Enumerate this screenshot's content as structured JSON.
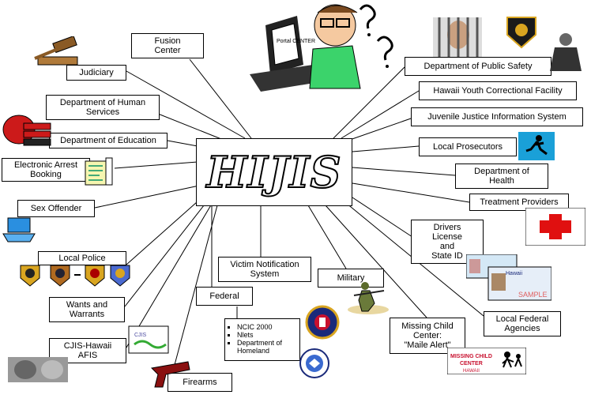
{
  "hub": {
    "title": "HIJIS"
  },
  "nodes": {
    "fusion_center": "Fusion\nCenter",
    "judiciary": "Judiciary",
    "dhs": "Department of Human\nServices",
    "doe": "Department of Education",
    "eab": "Electronic Arrest\nBooking",
    "sex_offender": "Sex Offender",
    "local_police": "Local Police",
    "wants": "Wants and\nWarrants",
    "cjis": "CJIS-Hawaii\nAFIS",
    "firearms": "Firearms",
    "federal": "Federal",
    "victim": "Victim Notification\nSystem",
    "military": "Military",
    "missing": "Missing Child\nCenter:\n\"Maile Alert\"",
    "local_federal": "Local Federal\nAgencies",
    "drivers": "Drivers\nLicense\nand\nState ID",
    "treatment": "Treatment Providers",
    "health": "Department of\nHealth",
    "prosecutors": "Local Prosecutors",
    "jjis": "Juvenile Justice Information System",
    "hycf": "Hawaii Youth Correctional Facility",
    "dps": "Department of Public Safety"
  },
  "federal_list": [
    "NCIC 2000",
    "Nlets",
    "Department of\nHomeland"
  ],
  "icon_labels": {
    "portal_screen": "Portal\nCENTER",
    "missing_logo_line1": "MISSING CHILD",
    "missing_logo_line2": "CENTER",
    "missing_logo_line3": "HAWAII",
    "sample": "SAMPLE",
    "hawaii": "Hawaii",
    "cjis_small": "CJIS"
  },
  "colors": {
    "line": "#000000",
    "red_cross": "#e01010",
    "missing_red": "#c8102e",
    "laptop_blue": "#2a8fe0",
    "doe_red": "#cc1a1a",
    "badge_gold": "#d9a520"
  }
}
